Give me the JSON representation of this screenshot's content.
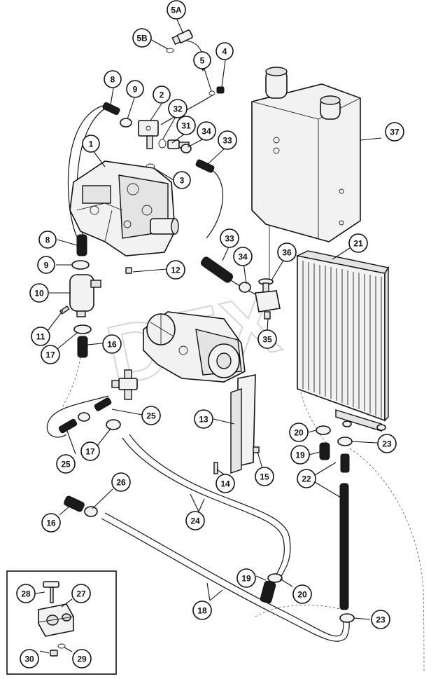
{
  "diagram": {
    "watermark": "DEX",
    "callouts": [
      {
        "id": "c5a",
        "label": "5A"
      },
      {
        "id": "c5b",
        "label": "5B"
      },
      {
        "id": "c4",
        "label": "4"
      },
      {
        "id": "c5",
        "label": "5"
      },
      {
        "id": "c8a",
        "label": "8"
      },
      {
        "id": "c9a",
        "label": "9"
      },
      {
        "id": "c2",
        "label": "2"
      },
      {
        "id": "c32",
        "label": "32"
      },
      {
        "id": "c31",
        "label": "31"
      },
      {
        "id": "c1",
        "label": "1"
      },
      {
        "id": "c34a",
        "label": "34"
      },
      {
        "id": "c33a",
        "label": "33"
      },
      {
        "id": "c37",
        "label": "37"
      },
      {
        "id": "c3",
        "label": "3"
      },
      {
        "id": "c8b",
        "label": "8"
      },
      {
        "id": "c9b",
        "label": "9"
      },
      {
        "id": "c12",
        "label": "12"
      },
      {
        "id": "c33b",
        "label": "33"
      },
      {
        "id": "c36",
        "label": "36"
      },
      {
        "id": "c21",
        "label": "21"
      },
      {
        "id": "c34b",
        "label": "34"
      },
      {
        "id": "c10",
        "label": "10"
      },
      {
        "id": "c11",
        "label": "11"
      },
      {
        "id": "c17a",
        "label": "17"
      },
      {
        "id": "c16a",
        "label": "16"
      },
      {
        "id": "c35",
        "label": "35"
      },
      {
        "id": "c25a",
        "label": "25"
      },
      {
        "id": "c13",
        "label": "13"
      },
      {
        "id": "c20a",
        "label": "20"
      },
      {
        "id": "c23a",
        "label": "23"
      },
      {
        "id": "c19a",
        "label": "19"
      },
      {
        "id": "c25b",
        "label": "25"
      },
      {
        "id": "c17b",
        "label": "17"
      },
      {
        "id": "c15",
        "label": "15"
      },
      {
        "id": "c14",
        "label": "14"
      },
      {
        "id": "c22",
        "label": "22"
      },
      {
        "id": "c26",
        "label": "26"
      },
      {
        "id": "c16b",
        "label": "16"
      },
      {
        "id": "c24",
        "label": "24"
      },
      {
        "id": "c19b",
        "label": "19"
      },
      {
        "id": "c20b",
        "label": "20"
      },
      {
        "id": "c28",
        "label": "28"
      },
      {
        "id": "c27",
        "label": "27"
      },
      {
        "id": "c18",
        "label": "18"
      },
      {
        "id": "c23b",
        "label": "23"
      },
      {
        "id": "c30",
        "label": "30"
      },
      {
        "id": "c29",
        "label": "29"
      }
    ]
  }
}
